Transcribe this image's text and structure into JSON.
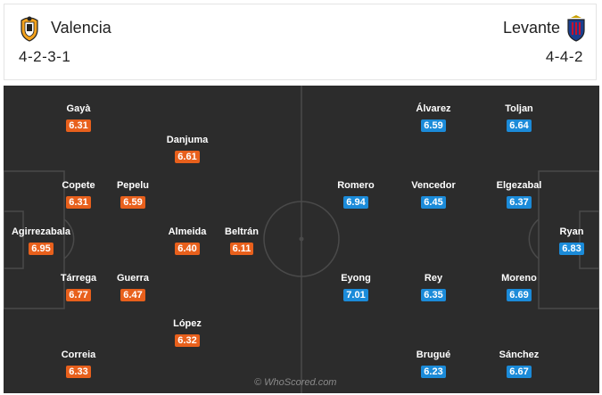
{
  "home": {
    "name": "Valencia",
    "formation": "4-2-3-1",
    "players": [
      {
        "name": "Gayà",
        "rating": "6.31"
      },
      {
        "name": "Danjuma",
        "rating": "6.61"
      },
      {
        "name": "Copete",
        "rating": "6.31"
      },
      {
        "name": "Pepelu",
        "rating": "6.59"
      },
      {
        "name": "Agirrezabala",
        "rating": "6.95"
      },
      {
        "name": "Almeida",
        "rating": "6.40"
      },
      {
        "name": "Beltrán",
        "rating": "6.11"
      },
      {
        "name": "Tárrega",
        "rating": "6.77"
      },
      {
        "name": "Guerra",
        "rating": "6.47"
      },
      {
        "name": "López",
        "rating": "6.32"
      },
      {
        "name": "Correia",
        "rating": "6.33"
      }
    ]
  },
  "away": {
    "name": "Levante",
    "formation": "4-4-2",
    "players": [
      {
        "name": "Álvarez",
        "rating": "6.59"
      },
      {
        "name": "Toljan",
        "rating": "6.64"
      },
      {
        "name": "Romero",
        "rating": "6.94"
      },
      {
        "name": "Vencedor",
        "rating": "6.45"
      },
      {
        "name": "Elgezabal",
        "rating": "6.37"
      },
      {
        "name": "Ryan",
        "rating": "6.83"
      },
      {
        "name": "Eyong",
        "rating": "7.01"
      },
      {
        "name": "Rey",
        "rating": "6.35"
      },
      {
        "name": "Moreno",
        "rating": "6.69"
      },
      {
        "name": "Brugué",
        "rating": "6.23"
      },
      {
        "name": "Sánchez",
        "rating": "6.67"
      }
    ]
  },
  "colors": {
    "home_rating": "#e8601c",
    "away_rating": "#1b8bd9",
    "pitch": "#2c2c2c"
  },
  "watermark": "© WhoScored.com"
}
